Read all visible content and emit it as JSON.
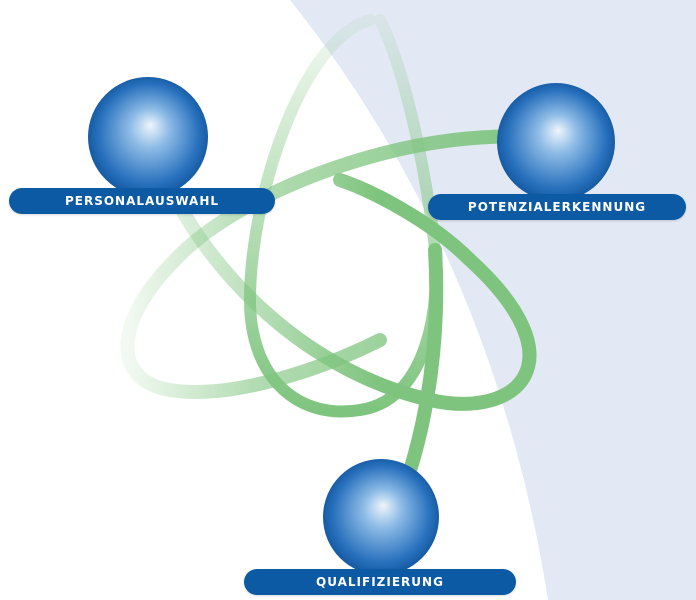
{
  "colors": {
    "background": "#ffffff",
    "panel": "#e2e8f4",
    "ring": "#7ec47e",
    "sphere_light": "#cfe3f7",
    "sphere_dark": "#0b4f96",
    "label_bg": "#0b5aa3",
    "label_text": "#ffffff"
  },
  "nodes": [
    {
      "label": "PERSONALAUSWAHL"
    },
    {
      "label": "POTENZIALERKENNUNG"
    },
    {
      "label": "QUALIFIZIERUNG"
    }
  ]
}
